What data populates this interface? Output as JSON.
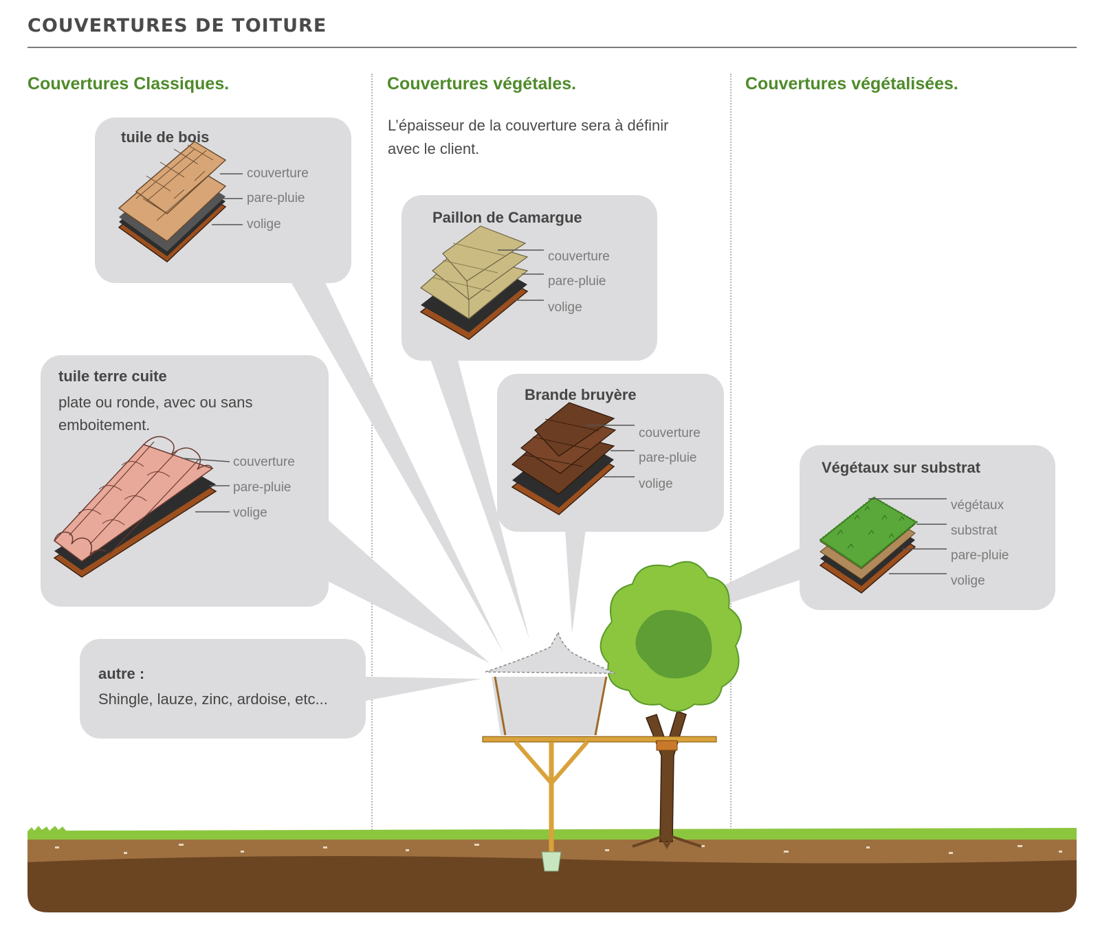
{
  "header": {
    "title": "COUVERTURES DE TOITURE"
  },
  "columns": {
    "classiques": {
      "title": "Couvertures Classiques."
    },
    "vegetales": {
      "title": "Couvertures végétales.",
      "intro_line1": "L’épaisseur de la couverture sera à définir",
      "intro_line2": "avec le client."
    },
    "vegetalisees": {
      "title": "Couvertures végétalisées."
    }
  },
  "bubbles": {
    "tuile_bois": {
      "title": "tuile de bois",
      "labels": [
        "couverture",
        "pare-pluie",
        "volige"
      ]
    },
    "terre_cuite": {
      "title": "tuile terre cuite",
      "subtitle_line1": "plate ou ronde, avec ou sans",
      "subtitle_line2": "emboitement.",
      "labels": [
        "couverture",
        "pare-pluie",
        "volige"
      ]
    },
    "autre": {
      "title": "autre :",
      "subtitle": "Shingle, lauze, zinc, ardoise, etc..."
    },
    "paillon": {
      "title": "Paillon de Camargue",
      "labels": [
        "couverture",
        "pare-pluie",
        "volige"
      ]
    },
    "bruyere": {
      "title": "Brande bruyère",
      "labels": [
        "couverture",
        "pare-pluie",
        "volige"
      ]
    },
    "vegetaux": {
      "title": "Végétaux sur substrat",
      "labels": [
        "végétaux",
        "substrat",
        "pare-pluie",
        "volige"
      ]
    }
  },
  "colors": {
    "accent_green": "#4e8a2a",
    "bubble_grey": "#dcdcde",
    "wood_tile": "#d8a676",
    "terracotta": "#e8a99a",
    "straw": "#c9bb82",
    "heather": "#6b3d22",
    "grass": "#5aa83a",
    "volige": "#9c4f1e",
    "pare_pluie": "#2d2d2d",
    "soil": "#6b4422",
    "grass_top": "#8cc63f"
  }
}
